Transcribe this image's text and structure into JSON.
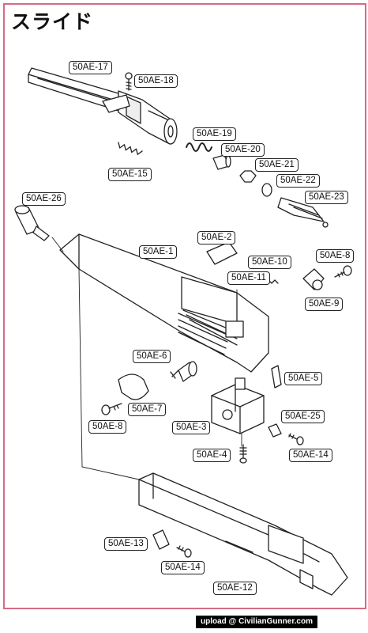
{
  "title": "スライド",
  "parts": {
    "p17": "50AE-17",
    "p18": "50AE-18",
    "p19": "50AE-19",
    "p20": "50AE-20",
    "p15": "50AE-15",
    "p21": "50AE-21",
    "p22": "50AE-22",
    "p23": "50AE-23",
    "p26": "50AE-26",
    "p2": "50AE-2",
    "p1": "50AE-1",
    "p10": "50AE-10",
    "p8a": "50AE-8",
    "p11": "50AE-11",
    "p9": "50AE-9",
    "p6": "50AE-6",
    "p5": "50AE-5",
    "p7": "50AE-7",
    "p8b": "50AE-8",
    "p3": "50AE-3",
    "p25": "50AE-25",
    "p4": "50AE-4",
    "p14a": "50AE-14",
    "p13": "50AE-13",
    "p14b": "50AE-14",
    "p12": "50AE-12"
  },
  "watermark": "upload @ CivilianGunner.com"
}
